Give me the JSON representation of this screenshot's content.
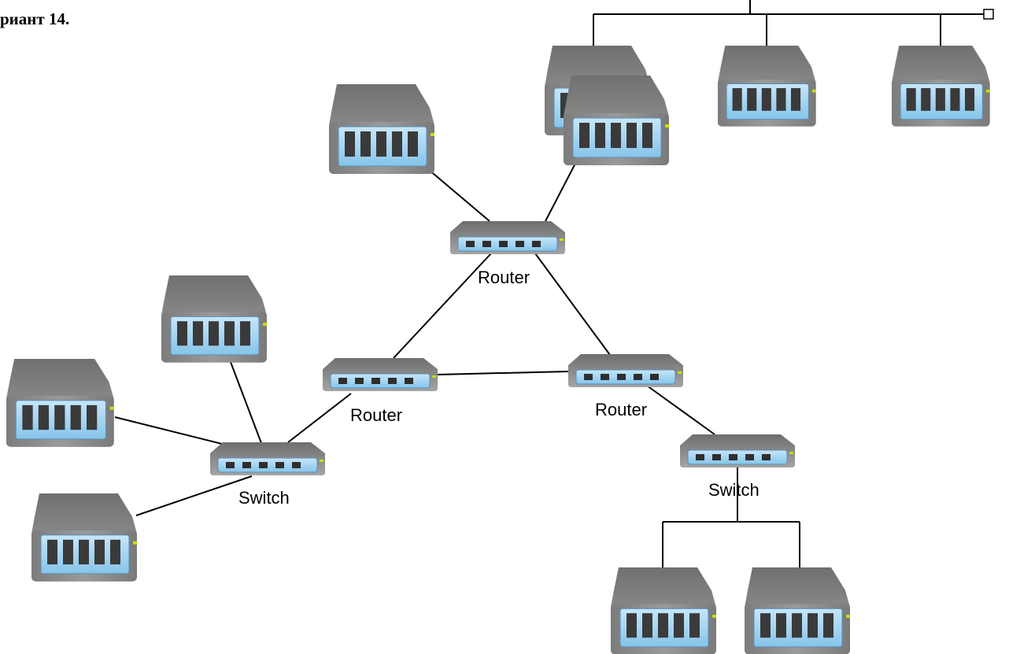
{
  "heading": "риант 14.",
  "labels": {
    "router_top": "Router",
    "router_left": "Router",
    "router_right": "Router",
    "switch_left": "Switch",
    "switch_right": "Switch"
  },
  "colors": {
    "device_body": "#8c8c8c",
    "device_panel": "#9fd2f0",
    "port": "#3a3a3a",
    "led": "#c8e000",
    "line": "#000000"
  }
}
